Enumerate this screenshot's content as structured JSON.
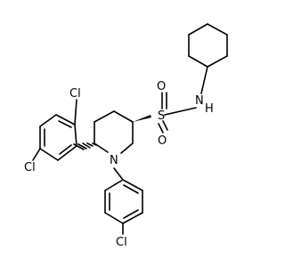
{
  "background": "#ffffff",
  "colors": {
    "bond": "#000000",
    "atom_label": "#000000"
  },
  "atoms": {
    "sulfur": "S",
    "oxygen_top": "O",
    "oxygen_bottom": "O",
    "nitrogen_h": "N",
    "h_on_nitrogen": "H",
    "ring_nitrogen": "N",
    "chlorine_top": "Cl",
    "chlorine_left": "Cl",
    "chlorine_bottom": "Cl"
  }
}
